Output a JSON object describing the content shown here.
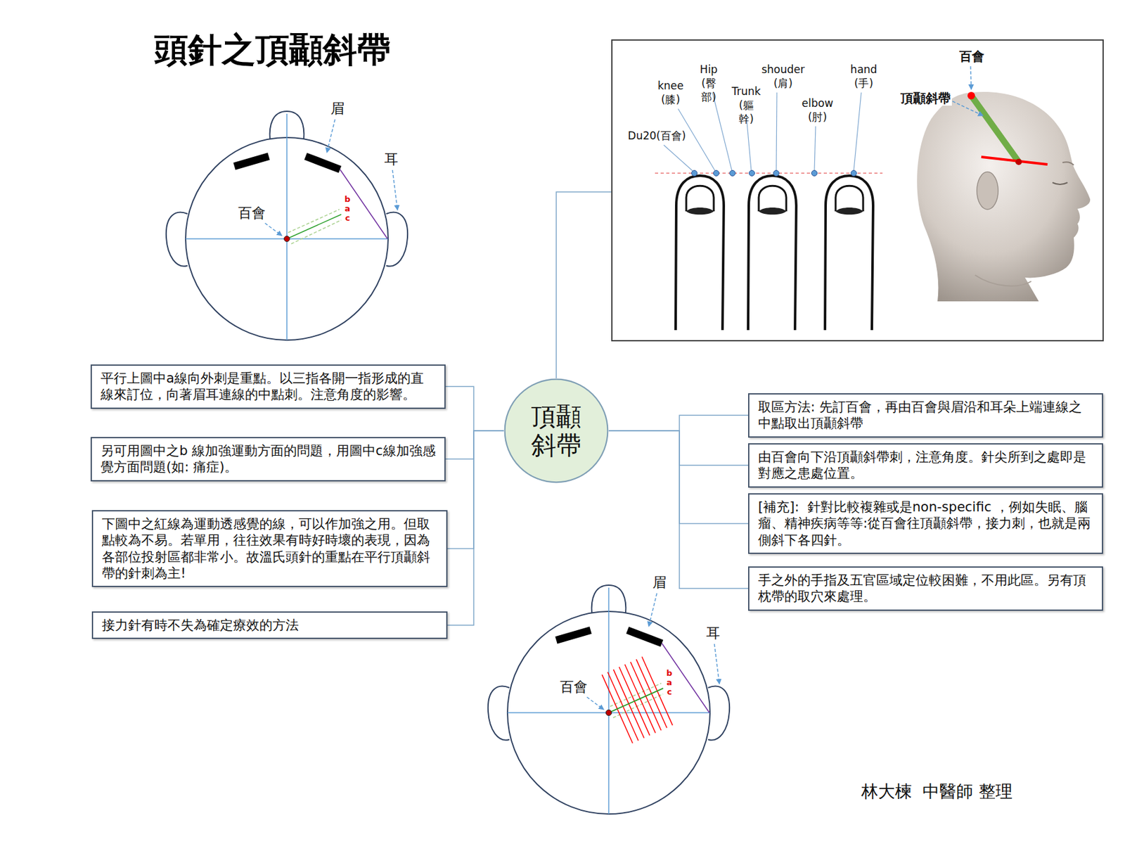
{
  "diagram": {
    "title": "頭針之頂顳斜帶",
    "nodes": [
      {
        "text": [
          "knee (膝)",
          "Hip (臀部)",
          "Trunk (軀幹)",
          "shouder (肩)",
          "elbow (肘)",
          "hand (手)",
          "Du20(百會)",
          "百會",
          "頂顳斜帶"
        ]
      },
      {
        "text": [
          "頂顳斜帶"
        ]
      },
      {
        "text": [
          "平行上圖中a線向外刺是重點。以三指各開一指形成的直線來訂位，向著眉耳連線的中點刺。注意角度的影響。"
        ]
      },
      {
        "text": [
          "另可用圖中之b 線加強運動方面的問題，用圖中c線加強感覺方面問題(如: 痛症)。"
        ]
      },
      {
        "text": [
          "下圖中之紅線為運動透感覺的線，可以作加強之用。但取點較為不易。若單用，往往效果有時好時壞的表現，因為各部位投射區都非常小。故溫氏頭針的重點在平行頂顳斜帶的針刺為主!"
        ]
      },
      {
        "text": [
          "接力針有時不失為確定療效的方法"
        ]
      },
      {
        "text": [
          "取區方法: 先訂百會，再由百會與眉沿和耳朵上端連線之中點取出頂顳斜帶"
        ]
      },
      {
        "text": [
          "由百會向下沿頂顳斜帶刺，注意角度。針尖所到之處即是對應之患處位置。"
        ]
      },
      {
        "text": [
          "[補充]:  針對比較複雜或是non-specific ，例如失眠、腦瘤、精神疾病等等:從百會往頂顳斜帶，接力刺，也就是兩側斜下各四針。"
        ]
      },
      {
        "text": [
          "手之外的手指及五官區域定位較困難，不用此區。另有頂枕帶的取穴來處理。"
        ]
      }
    ],
    "edges": [
      {
        "from": 1,
        "to": 0,
        "arrow": "none"
      },
      {
        "from": 1,
        "to": 2,
        "arrow": "none"
      },
      {
        "from": 1,
        "to": 3,
        "arrow": "none"
      },
      {
        "from": 1,
        "to": 4,
        "arrow": "none"
      },
      {
        "from": 1,
        "to": 5,
        "arrow": "none"
      },
      {
        "from": 1,
        "to": 6,
        "arrow": "none"
      },
      {
        "from": 1,
        "to": 7,
        "arrow": "none"
      },
      {
        "from": 1,
        "to": 8,
        "arrow": "none"
      },
      {
        "from": 1,
        "to": 9,
        "arrow": "none"
      }
    ],
    "labels": [
      "眉",
      "耳",
      "百會",
      "b",
      "a",
      "c",
      "眉",
      "耳",
      "百會",
      "b",
      "a",
      "c",
      "林大楝  中醫師 整理"
    ]
  }
}
